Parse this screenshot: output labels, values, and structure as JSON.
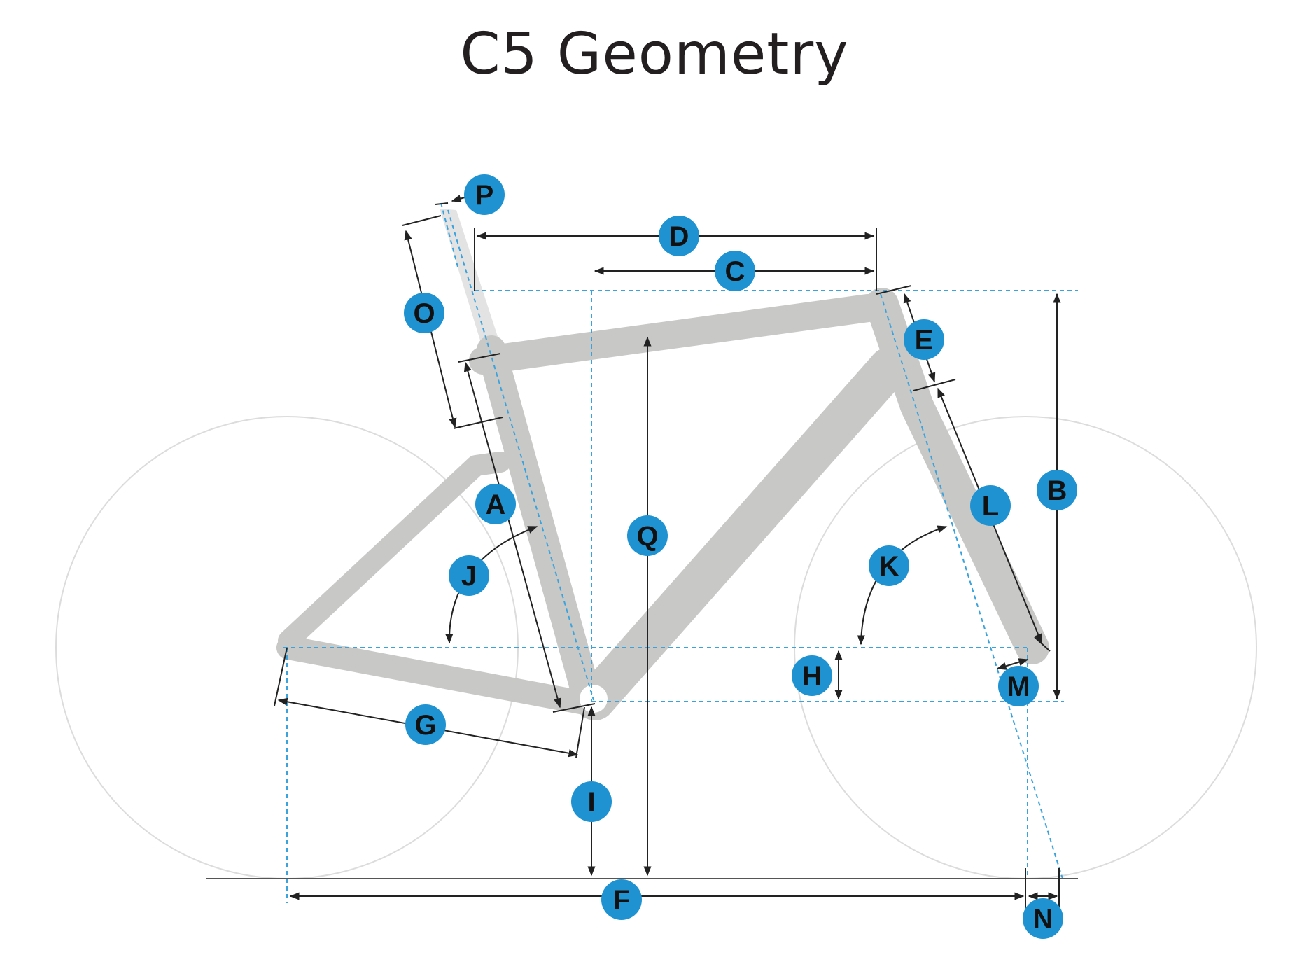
{
  "title": "C5 Geometry",
  "colors": {
    "frame": "#c8c8c7",
    "seatpost": "#e3e3e3",
    "guide": "#3aa3dd",
    "badge": "#1f93d2",
    "wheel": "#dcdcdc",
    "arrow": "#222222",
    "ground": "#555555"
  },
  "labels": [
    "P",
    "D",
    "C",
    "O",
    "E",
    "B",
    "A",
    "L",
    "Q",
    "J",
    "K",
    "H",
    "M",
    "G",
    "I",
    "F",
    "N"
  ]
}
